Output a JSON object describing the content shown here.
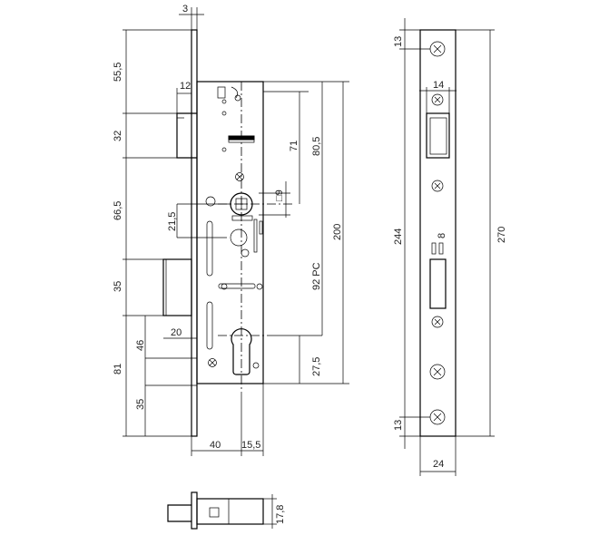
{
  "dimensions": {
    "faceplate_thickness": "3",
    "top_offset": "55,5",
    "latch_depth": "12",
    "latch_height": "32",
    "latch_to_spindle": "66,5",
    "spindle_offset": "21,5",
    "bolt_height": "35",
    "bolt_throw": "20",
    "cylinder_from_bottom": "46",
    "bottom_case": "81",
    "bottom_offset": "35",
    "backset": "40",
    "cylinder_center": "15,5",
    "case_top_to_spindle_71": "71",
    "case_top_to_spindle_80": "80,5",
    "spindle_square": "□9",
    "case_height": "200",
    "distance_pc": "92 PC",
    "cylinder_to_bottom": "27,5",
    "screw_edge_top": "13",
    "screw_edge_bottom": "13",
    "latch_width": "14",
    "screw_spacing": "244",
    "faceplate_length": "270",
    "faceplate_width": "24",
    "bolt_depth": "8",
    "bottom_view_height": "17,8"
  }
}
